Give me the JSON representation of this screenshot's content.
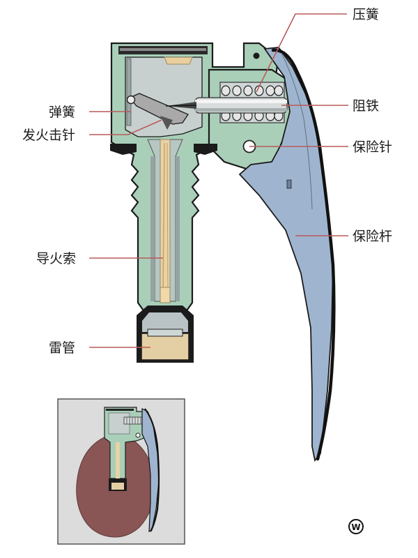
{
  "labels": {
    "pressure_spring": "压簧",
    "spring": "弹簧",
    "stopper": "阻铁",
    "firing_pin": "发火击针",
    "safety_pin": "保险针",
    "safety_lever": "保险杆",
    "fuse_cord": "导火索",
    "detonator": "雷管"
  },
  "watermark": "W",
  "colors": {
    "body_green": "#a9cfb9",
    "lever_blue": "#9fb5cf",
    "inner_gray": "#c7d0cf",
    "metal_gray": "#b9c3c6",
    "tan": "#e9cf9d",
    "leader_red": "#b85a5a",
    "inset_bg": "#dcdcdc",
    "grenade_maroon": "#8a5555"
  }
}
